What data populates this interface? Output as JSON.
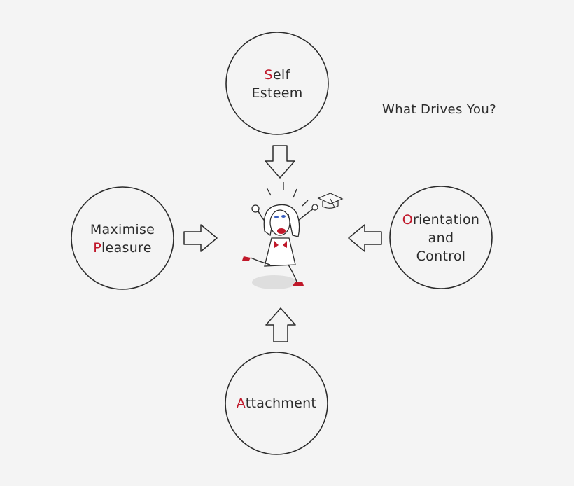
{
  "title": "What Drives You?",
  "nodes": {
    "top": {
      "accent": "S",
      "rest": "elf",
      "line2": "Esteem"
    },
    "left": {
      "line1": "Maximise",
      "accent": "P",
      "rest": "leasure"
    },
    "right": {
      "accent": "O",
      "rest": "rientation",
      "line2": "and",
      "line3": "Control"
    },
    "bottom": {
      "accent": "A",
      "rest": "ttachment"
    }
  },
  "colors": {
    "accent": "#c0182a",
    "stroke": "#2b2b2b",
    "background": "#f4f4f4"
  }
}
